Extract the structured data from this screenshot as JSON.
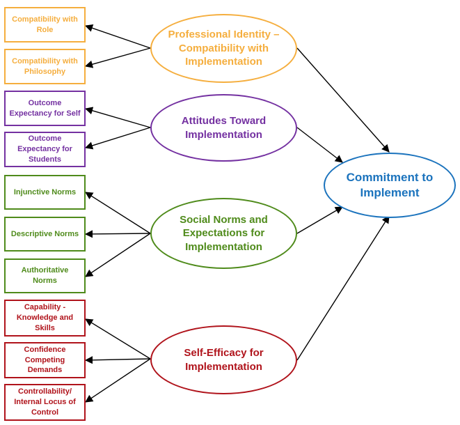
{
  "factors": [
    {
      "label": "Professional Identity – Compatibility with Implementation",
      "color": "#f5ae3e",
      "items": [
        "Compatibility with Role",
        "Compatibility with Philosophy"
      ]
    },
    {
      "label": "Attitudes Toward Implementation",
      "color": "#7431a1",
      "items": [
        "Outcome Expectancy for Self",
        "Outcome Expectancy for Students"
      ]
    },
    {
      "label": "Social Norms and Expectations for Implementation",
      "color": "#4f8b1b",
      "items": [
        "Injunctive Norms",
        "Descriptive Norms",
        "Authoritative Norms"
      ]
    },
    {
      "label": "Self-Efficacy for Implementation",
      "color": "#b0131b",
      "items": [
        "Capability - Knowledge and Skills",
        "Confidence Competing Demands",
        "Controllability/ Internal Locus of Control"
      ]
    }
  ],
  "outcome": {
    "label": "Commitment to Implement",
    "color": "#1b73bd"
  }
}
